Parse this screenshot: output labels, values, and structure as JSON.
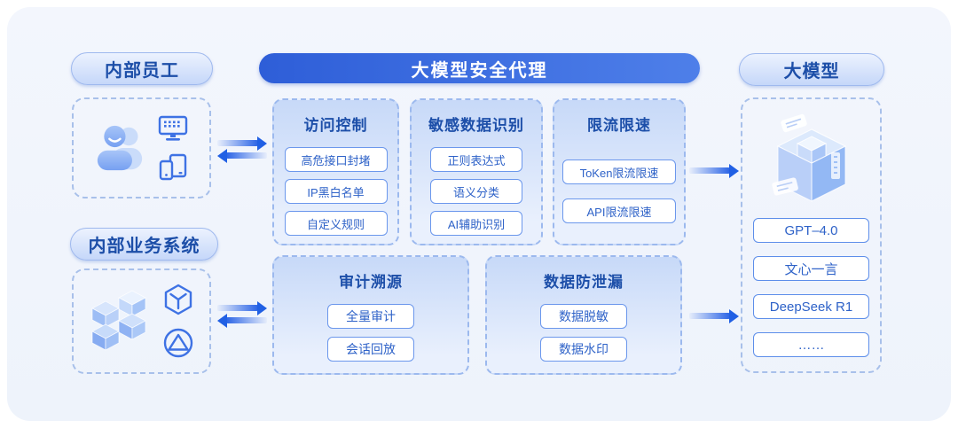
{
  "colors": {
    "accent_blue": "#2b64e6",
    "header_gradient_start": "#2e5ed8",
    "header_gradient_end": "#4e7fe9",
    "pill_text": "#1c4ea8",
    "item_text": "#2e62c8",
    "item_border": "#6b97ec",
    "dash_border": "#a8c0ea",
    "canvas_bg": "#eef3fb",
    "icon_stroke": "#3e72e4"
  },
  "sources": {
    "employees": {
      "label": "内部员工",
      "icons": [
        "user-icon",
        "monitor-icon",
        "devices-icon"
      ]
    },
    "systems": {
      "label": "内部业务系统",
      "icons": [
        "cubes-icon",
        "hexagon-package-icon",
        "circle-triangle-icon"
      ]
    }
  },
  "proxy": {
    "title": "大模型安全代理",
    "panels": [
      {
        "title": "访问控制",
        "items": [
          "高危接口封堵",
          "IP黑白名单",
          "自定义规则"
        ]
      },
      {
        "title": "敏感数据识别",
        "items": [
          "正则表达式",
          "语义分类",
          "AI辅助识别"
        ]
      },
      {
        "title": "限流限速",
        "items": [
          "ToKen限流限速",
          "API限流限速"
        ]
      },
      {
        "title": "审计溯源",
        "items": [
          "全量审计",
          "会话回放"
        ]
      },
      {
        "title": "数据防泄漏",
        "items": [
          "数据脱敏",
          "数据水印"
        ]
      }
    ]
  },
  "models": {
    "label": "大模型",
    "icon": "ai-cube-icon",
    "items": [
      "GPT–4.0",
      "文心一言",
      "DeepSeek R1",
      "……"
    ]
  }
}
